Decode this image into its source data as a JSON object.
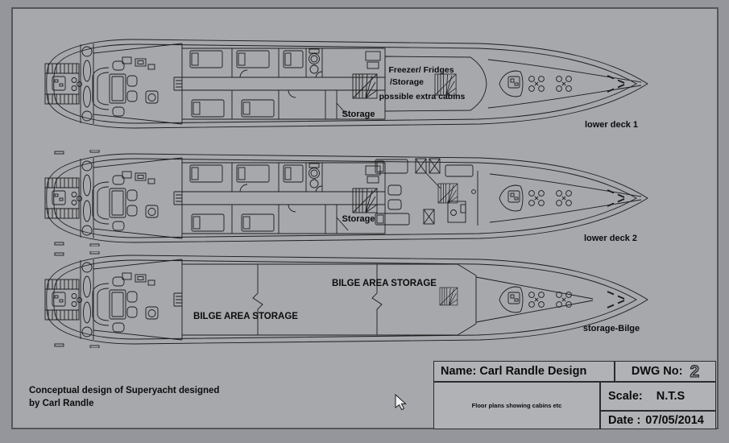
{
  "page": {
    "background": "#94969b",
    "canvas_background": "#a6a8ac",
    "line_color": "#1c1c1c"
  },
  "decks": [
    {
      "id": "lower-deck-1",
      "label": "lower deck 1",
      "annotations": {
        "freezer_line1": "Freezer/ Fridges",
        "freezer_line2": "/Storage",
        "freezer_line3": "possible extra cabins",
        "storage": "Storage"
      }
    },
    {
      "id": "lower-deck-2",
      "label": "lower deck 2",
      "annotations": {
        "storage": "Storage"
      }
    },
    {
      "id": "storage-bilge",
      "label": "storage-Bilge",
      "annotations": {
        "bilge_fwd": "BILGE AREA STORAGE",
        "bilge_aft": "BILGE AREA STORAGE"
      }
    }
  ],
  "footer_note": {
    "line1": "Conceptual design of Superyacht designed",
    "line2": "by Carl Randle"
  },
  "title_block": {
    "name_label": "Name: Carl Randle Design",
    "dwg_label": "DWG No:",
    "dwg_number": "2",
    "description": "Floor plans showing cabins etc",
    "scale_label": "Scale:",
    "scale_value": "N.T.S",
    "date_label": "Date :",
    "date_value": "07/05/2014"
  }
}
